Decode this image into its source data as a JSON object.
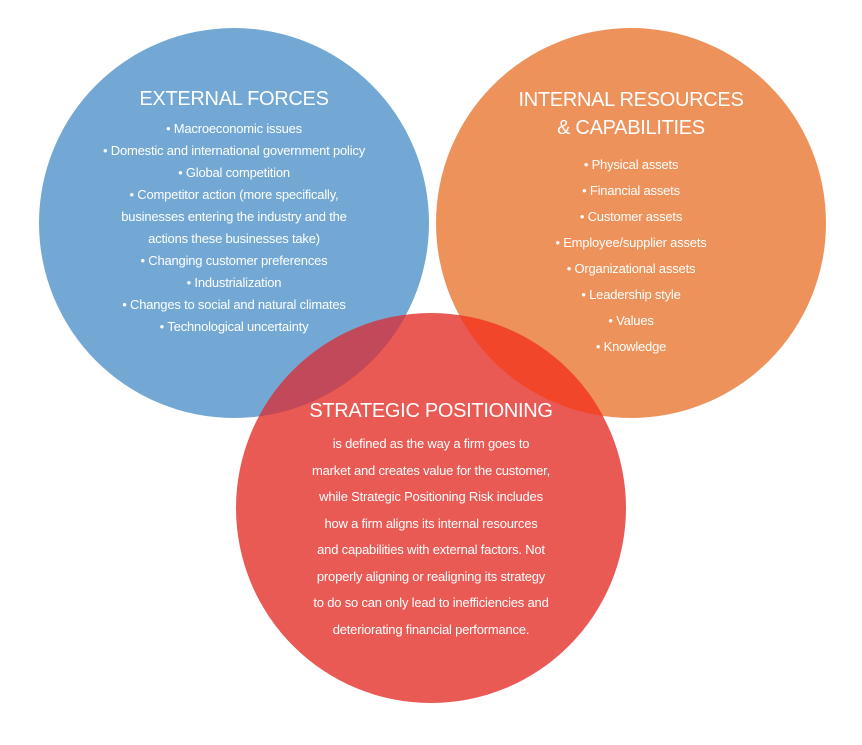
{
  "circles": {
    "external": {
      "title": "EXTERNAL FORCES",
      "color": "#73a8d4",
      "items": [
        "Macroeconomic issues",
        "Domestic and international government policy",
        "Global competition",
        "Competitor action (more specifically,",
        "businesses entering the industry and the",
        "actions these businesses take)",
        "Changing customer preferences",
        "Industrialization",
        "Changes to social and natural climates",
        "Technological uncertainty"
      ]
    },
    "internal": {
      "title_line1": "INTERNAL RESOURCES",
      "title_line2": "& CAPABILITIES",
      "color": "#ed925a",
      "items": [
        "Physical assets",
        "Financial assets",
        "Customer assets",
        "Employee/supplier assets",
        "Organizational assets",
        "Leadership style",
        "Values",
        "Knowledge"
      ]
    },
    "strategic": {
      "title": "STRATEGIC POSITIONING",
      "color": "#e7413c",
      "lines": [
        "is defined as the way a firm goes to",
        "market and creates value for the customer,",
        "while Strategic Positioning Risk includes",
        "how a firm aligns its internal resources",
        "and capabilities with external factors. Not",
        "properly aligning or realigning its strategy",
        "to do so can only lead to inefficiencies and",
        "deteriorating financial performance."
      ]
    }
  }
}
